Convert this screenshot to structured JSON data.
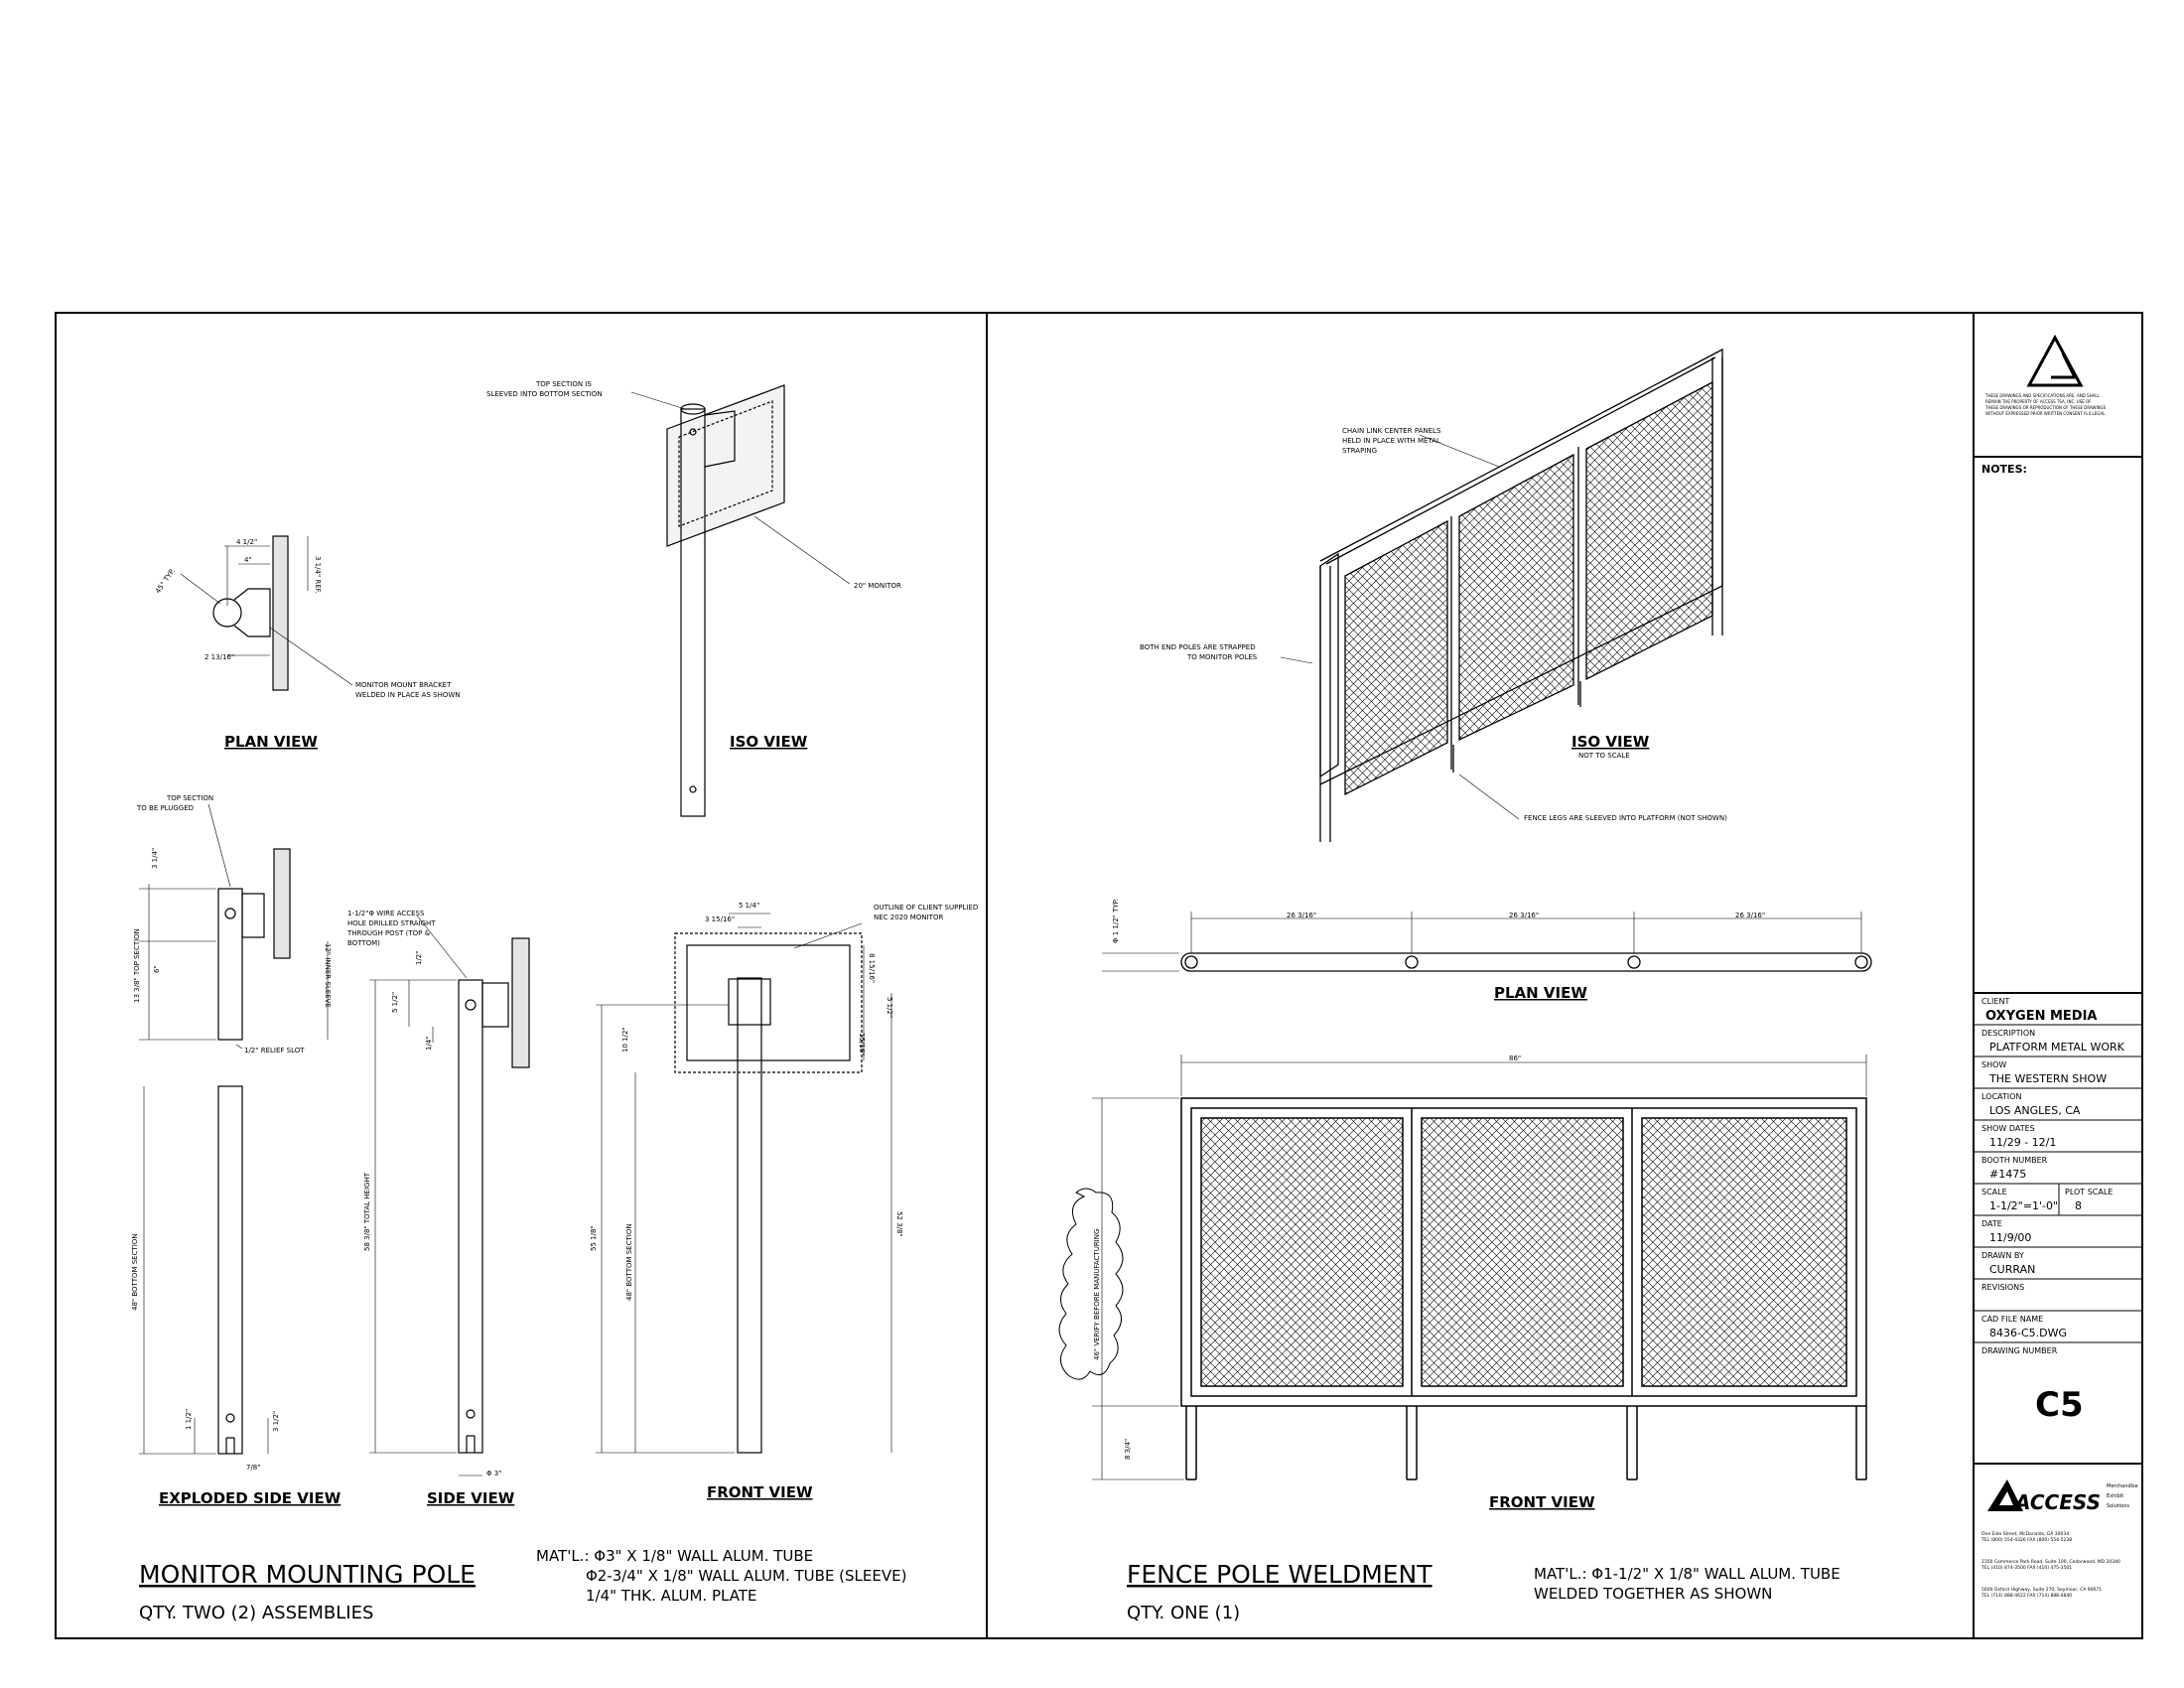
{
  "monitor_pole": {
    "title": "MONITOR MOUNTING POLE",
    "qty": "QTY. TWO (2) ASSEMBLIES",
    "materials": [
      "MAT'L.: Φ3\" X 1/8\" WALL ALUM. TUBE",
      "Φ2-3/4\" X 1/8\" WALL ALUM. TUBE (SLEEVE)",
      "1/4\" THK. ALUM. PLATE"
    ],
    "views": {
      "plan": "PLAN VIEW",
      "iso": "ISO VIEW",
      "exploded": "EXPLODED SIDE VIEW",
      "side": "SIDE VIEW",
      "front": "FRONT VIEW"
    },
    "notes": {
      "top_section": [
        "TOP SECTION IS",
        "SLEEVED INTO BOTTOM SECTION"
      ],
      "monitor": "20\" MONITOR",
      "bracket": [
        "MONITOR MOUNT BRACKET",
        "WELDED IN PLACE AS SHOWN"
      ],
      "plugged": [
        "TOP SECTION",
        "TO BE PLUGGED"
      ],
      "wire_hole": [
        "1-1/2\"Φ WIRE ACCESS",
        "HOLE DRILLED STRAIGHT",
        "THROUGH POST (TOP &",
        "BOTTOM)"
      ],
      "outline": [
        "OUTLINE OF CLIENT SUPPLIED",
        "NEC 2020 MONITOR"
      ],
      "relief": "1/2\" RELIEF SLOT"
    },
    "dims": {
      "plan_a": "4 1/2\"",
      "plan_b": "4\"",
      "plan_c": "3 1/4\" REF.",
      "plan_d": "2 13/16\"",
      "plan_e": "45° TYP.",
      "exp_a": "3 1/4\"",
      "exp_b": "13 3/8\" TOP SECTION",
      "exp_c": "6\"",
      "exp_d": "12\" INNER SLEEVE",
      "exp_e": "48\" BOTTOM SECTION",
      "exp_f": "1 1/2\"",
      "exp_g": "3 1/2\"",
      "exp_h": "7/8\"",
      "side_a": "1/2\"",
      "side_b": "5 1/2\"",
      "side_c": "1/4\"",
      "side_d": "58 3/8\" TOTAL HEIGHT",
      "side_e": "Φ 3\"",
      "front_a": "5 1/4\"",
      "front_b": "3 15/16\"",
      "front_c": "8 15/16\"",
      "front_d": "5 1/2\"",
      "front_e": "15/16\"",
      "front_f": "10 1/2\"",
      "front_g": "55 1/8\"",
      "front_h": "48\" BOTTOM SECTION",
      "front_i": "52 3/8\""
    }
  },
  "fence": {
    "title": "FENCE POLE WELDMENT",
    "qty": "QTY. ONE (1)",
    "materials": [
      "MAT'L.: Φ1-1/2\" X 1/8\" WALL ALUM. TUBE",
      "WELDED TOGETHER AS SHOWN"
    ],
    "views": {
      "iso": "ISO VIEW",
      "iso_sub": "NOT TO SCALE",
      "plan": "PLAN VIEW",
      "front": "FRONT VIEW"
    },
    "notes": {
      "chain": [
        "CHAIN LINK CENTER PANELS",
        "HELD IN PLACE WITH METAL",
        "STRAPING"
      ],
      "end_poles": [
        "BOTH END POLES ARE STRAPPED",
        "TO MONITOR POLES"
      ],
      "legs": "FENCE LEGS ARE SLEEVED INTO PLATFORM (NOT SHOWN)",
      "verify": "46\" VERIFY BEFORE MANUFACTURING"
    },
    "dims": {
      "plan_1": "26 3/16\"",
      "plan_2": "26 3/16\"",
      "plan_3": "26 3/16\"",
      "plan_t": "Φ 1 1/2\" TYP.",
      "front_w": "86\"",
      "front_leg": "8 3/4\""
    }
  },
  "title_block": {
    "disclaimer": [
      "THESE DRAWINGS AND SPECIFICATIONS ARE, AND SHALL",
      "REMAIN THE PROPERTY OF ACCESS TSA, INC. USE OF",
      "THESE DRAWINGS OR REPRODUCTION OF THESE DRAWINGS",
      "WITHOUT EXPRESSED PRIOR WRITTEN CONSENT IS ILLEGAL."
    ],
    "notes_label": "NOTES:",
    "fields": [
      {
        "label": "CLIENT",
        "value": "OXYGEN MEDIA",
        "bold": true
      },
      {
        "label": "DESCRIPTION",
        "value": "PLATFORM METAL WORK"
      },
      {
        "label": "SHOW",
        "value": "THE WESTERN SHOW"
      },
      {
        "label": "LOCATION",
        "value": "LOS ANGLES, CA"
      },
      {
        "label": "SHOW DATES",
        "value": "11/29 - 12/1"
      },
      {
        "label": "BOOTH NUMBER",
        "value": "#1475"
      }
    ],
    "scale_label": "SCALE",
    "scale_value": "1-1/2\"=1'-0\"",
    "plot_label": "PLOT SCALE",
    "plot_value": "8",
    "date_label": "DATE",
    "date_value": "11/9/00",
    "drawn_label": "DRAWN BY",
    "drawn_value": "CURRAN",
    "revisions_label": "REVISIONS",
    "cad_label": "CAD FILE NAME",
    "cad_value": "8436-C5.DWG",
    "dwg_label": "DRAWING NUMBER",
    "dwg_value": "C5",
    "company": "ACCESS",
    "company_tag": [
      "Merchandise",
      "Exhibit",
      "Solutions"
    ],
    "addresses": [
      "One Eide Street, McDonalds, GA 30034",
      "TEL (800) 554-4326 FAX (800) 554-5238",
      "2350 Commerce Park Road, Suite 100, Cedarwood, MD 20340",
      "TEL (410) 874-3500   FAX (410) 475-3501",
      "5600 Oxford Highway, Suite 270, Seymour, CA 90671",
      "TEL (714) 888-4622   FAX (714) 888-4840"
    ]
  }
}
